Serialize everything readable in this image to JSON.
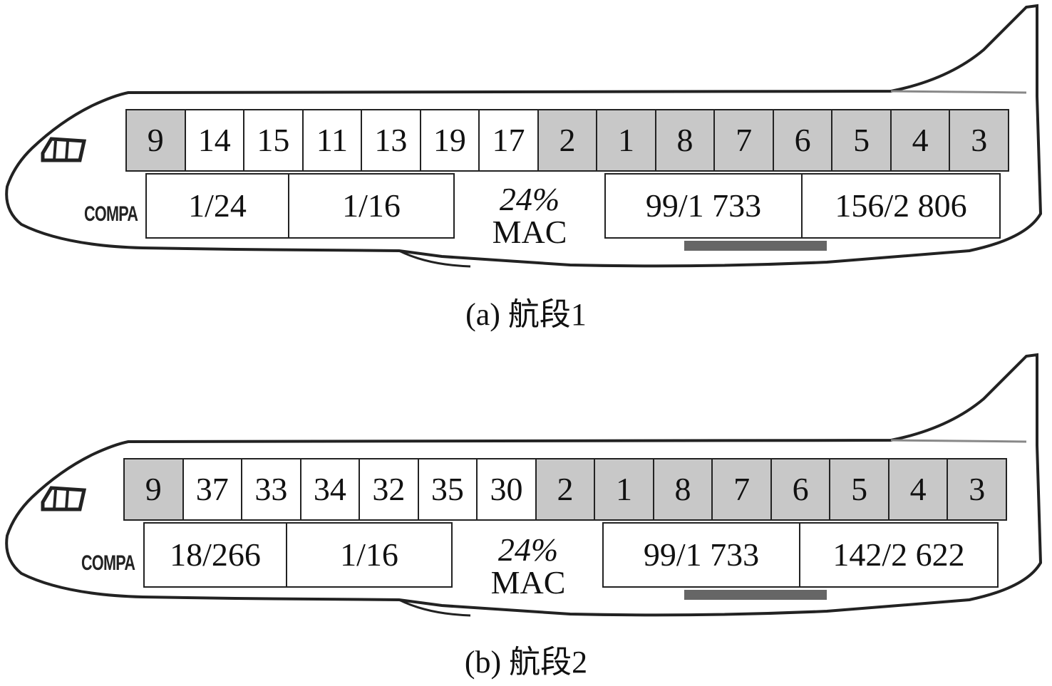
{
  "panels": [
    {
      "brand_text": "COMPA",
      "positions": [
        {
          "label": "9",
          "filled": true
        },
        {
          "label": "14",
          "filled": false
        },
        {
          "label": "15",
          "filled": false
        },
        {
          "label": "11",
          "filled": false
        },
        {
          "label": "13",
          "filled": false
        },
        {
          "label": "19",
          "filled": false
        },
        {
          "label": "17",
          "filled": false
        },
        {
          "label": "2",
          "filled": true
        },
        {
          "label": "1",
          "filled": true
        },
        {
          "label": "8",
          "filled": true
        },
        {
          "label": "7",
          "filled": true
        },
        {
          "label": "6",
          "filled": true
        },
        {
          "label": "5",
          "filled": true
        },
        {
          "label": "4",
          "filled": true
        },
        {
          "label": "3",
          "filled": true
        }
      ],
      "info": [
        "1/24",
        "1/16",
        "99/1 733",
        "156/2 806"
      ],
      "mac": {
        "percent": "24%",
        "label": "MAC"
      },
      "caption": "(a) 航段1"
    },
    {
      "brand_text": "COMPA",
      "positions": [
        {
          "label": "9",
          "filled": true
        },
        {
          "label": "37",
          "filled": false
        },
        {
          "label": "33",
          "filled": false
        },
        {
          "label": "34",
          "filled": false
        },
        {
          "label": "32",
          "filled": false
        },
        {
          "label": "35",
          "filled": false
        },
        {
          "label": "30",
          "filled": false
        },
        {
          "label": "2",
          "filled": true
        },
        {
          "label": "1",
          "filled": true
        },
        {
          "label": "8",
          "filled": true
        },
        {
          "label": "7",
          "filled": true
        },
        {
          "label": "6",
          "filled": true
        },
        {
          "label": "5",
          "filled": true
        },
        {
          "label": "4",
          "filled": true
        },
        {
          "label": "3",
          "filled": true
        }
      ],
      "info": [
        "18/266",
        "1/16",
        "99/1 733",
        "142/2 622"
      ],
      "mac": {
        "percent": "24%",
        "label": "MAC"
      },
      "caption": "(b) 航段2"
    }
  ],
  "colors": {
    "filled_position": "#c8c8c8",
    "empty_position": "#ffffff",
    "outline": "#222222"
  },
  "icons": [
    "aircraft-fuselage-outline"
  ]
}
